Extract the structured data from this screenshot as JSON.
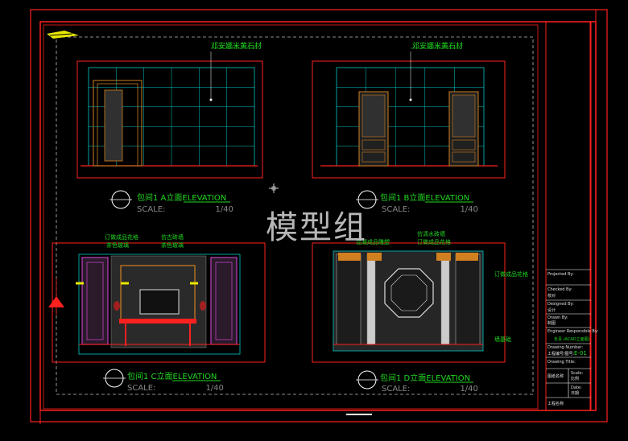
{
  "watermark": "模型组",
  "panels": [
    {
      "title": "包间1 A立面",
      "elev": "ELEVATION",
      "scale_label": "SCALE:",
      "scale": "1/40",
      "note": "邓安娜米黄石材"
    },
    {
      "title": "包间1 B立面",
      "elev": "ELEVATION",
      "scale_label": "SCALE:",
      "scale": "1/40",
      "note": "邓安娜米黄石材"
    },
    {
      "title": "包间1 C立面",
      "elev": "ELEVATION",
      "scale_label": "SCALE:",
      "scale": "1/40",
      "notes": [
        "订做成品花格",
        "茶色玻璃",
        "仿古砖墙",
        "茶色玻璃"
      ]
    },
    {
      "title": "包间1 D立面",
      "elev": "ELEVATION",
      "scale_label": "SCALE:",
      "scale": "1/40",
      "notes": [
        "混凝成品雕塑",
        "仿清水砖墙",
        "订做成品花格",
        "订做成品花格",
        "墙基础"
      ]
    }
  ],
  "title_block": {
    "project": "Projected By:",
    "checked": "Checked By:",
    "checked_val": "核对",
    "designed": "Designed By:",
    "designed_val": "设计",
    "drawn": "Drawn By:",
    "drawn_val": "制图",
    "engineer": "Engineer Responsible By:",
    "engineer_val": "负责 (ACAD立面图)",
    "drawing_num_label": "Drawing Number:",
    "drawing_num_cn": "工程编号/图号:",
    "drawing_num": "E-01",
    "title_label": "Drawing Title:",
    "sheet_label": "图纸名称",
    "scale_label": "Scale:",
    "scale_val": "比例",
    "date_label": "Date:",
    "date_val": "日期",
    "bottom_label": "工程名称"
  },
  "colors": {
    "red": "#ff2020",
    "green": "#20d820",
    "cyan": "#00c8c8",
    "yellow": "#e8e800",
    "magenta": "#c040c0",
    "white": "#e0e0e0",
    "orange": "#d08020"
  }
}
